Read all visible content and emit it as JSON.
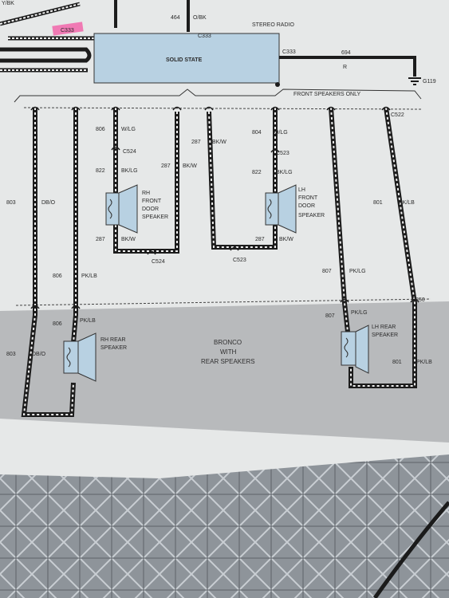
{
  "colors": {
    "paper": "#e8eaea",
    "shade": "#b9bbbd",
    "module_fill": "#b9d2e2",
    "wire": "#1c1c1c",
    "foil": "#9aa0a6",
    "pink_tag": "#f07ab4"
  },
  "top": {
    "left_fragment": "Y/BK",
    "wire_464": "464",
    "color_464": "O/BK",
    "conn_c333_a": "C333",
    "conn_c333_b": "C333",
    "stereo_radio": "STEREO\nRADIO",
    "module_label": "SOLID STATE",
    "conn_c333_c": "C333",
    "wire_694": "694",
    "color_694": "R",
    "ground": "G119",
    "front_only": "FRONT SPEAKERS ONLY",
    "conn_c522": "C522"
  },
  "front": {
    "w806": "806",
    "c806": "W/LG",
    "c524_top": "C524",
    "w822_a": "822",
    "c822_a": "BK/LG",
    "rh_front": [
      "RH",
      "FRONT",
      "DOOR",
      "SPEAKER"
    ],
    "w287_a": "287",
    "c287_a": "BK/W",
    "c524_bot": "C524",
    "w287_b": "287",
    "c287_b": "BK/W",
    "w287_c": "287",
    "c287_c": "BK/W",
    "w804": "804",
    "c804": "O/LG",
    "c523_top": "C523",
    "w822_b": "822",
    "c822_b": "BK/LG",
    "lh_front": [
      "LH",
      "FRONT",
      "DOOR",
      "SPEAKER"
    ],
    "w287_d": "287",
    "c287_d": "BK/W",
    "c523_bot": "C523",
    "w803_a": "803",
    "c803_a": "DB/O",
    "w801_a": "801",
    "c801_a": "PK/LB",
    "w806_b": "806",
    "c806_b": "PK/LB",
    "w807_a": "807",
    "c807_a": "PK/LG",
    "c850": "C850"
  },
  "rear": {
    "w806": "806",
    "c806": "PK/LB",
    "rh_rear": [
      "RH REAR",
      "SPEAKER"
    ],
    "w803": "803",
    "c803": "DB/O",
    "bronco": [
      "BRONCO",
      "WITH",
      "REAR SPEAKERS"
    ],
    "w807": "807",
    "c807": "PK/LG",
    "lh_rear": [
      "LH REAR",
      "SPEAKER"
    ],
    "w801": "801",
    "c801": "PK/LB"
  }
}
